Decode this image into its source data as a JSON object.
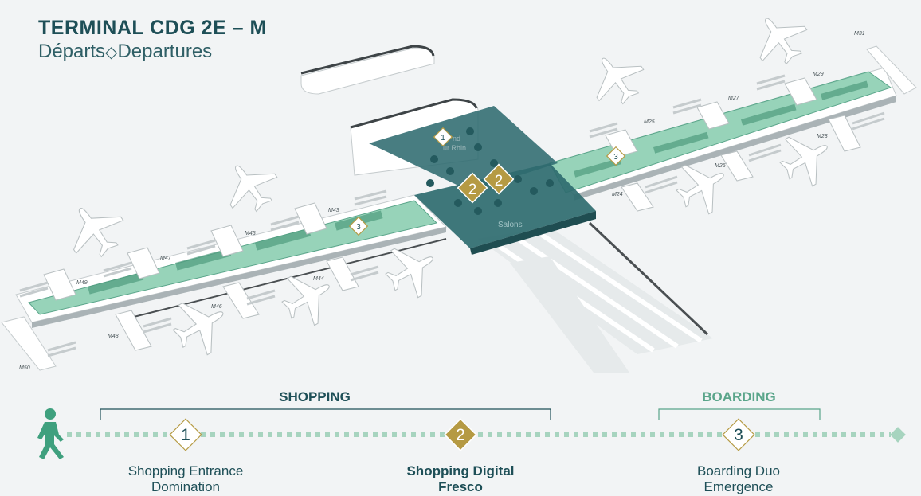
{
  "header": {
    "title": "TERMINAL CDG 2E – M",
    "subtitle_fr": "Départs",
    "subtitle_sep": "◇",
    "subtitle_en": "Departures"
  },
  "map": {
    "central_label": "Salons",
    "hub_partial_text": "nd",
    "hub_partial_text_2": "ur Rhin",
    "markers": [
      {
        "num": "1",
        "kind": "shopping-entrance"
      },
      {
        "num": "2",
        "kind": "shopping-digital"
      },
      {
        "num": "2",
        "kind": "shopping-digital"
      },
      {
        "num": "3",
        "kind": "boarding"
      },
      {
        "num": "3",
        "kind": "boarding"
      }
    ],
    "gates": [
      "M31",
      "M29",
      "M27",
      "M25",
      "M28",
      "M26",
      "M24",
      "M43",
      "M45",
      "M47",
      "M49",
      "M44",
      "M46",
      "M48",
      "M50"
    ]
  },
  "legend": {
    "shopping_title": "SHOPPING",
    "boarding_title": "BOARDING",
    "steps": [
      {
        "num": "1",
        "line1": "Shopping Entrance",
        "line2": "Domination"
      },
      {
        "num": "2",
        "line1": "Shopping Digital",
        "line2": "Fresco"
      },
      {
        "num": "3",
        "line1": "Boarding Duo",
        "line2": "Emergence"
      }
    ]
  },
  "colors": {
    "dark_teal": "#2f6b6f",
    "green_concourse": "#74c4a2",
    "gold": "#b59a43",
    "text_dark": "#1e4f57",
    "boarding_green": "#5aa58a"
  }
}
